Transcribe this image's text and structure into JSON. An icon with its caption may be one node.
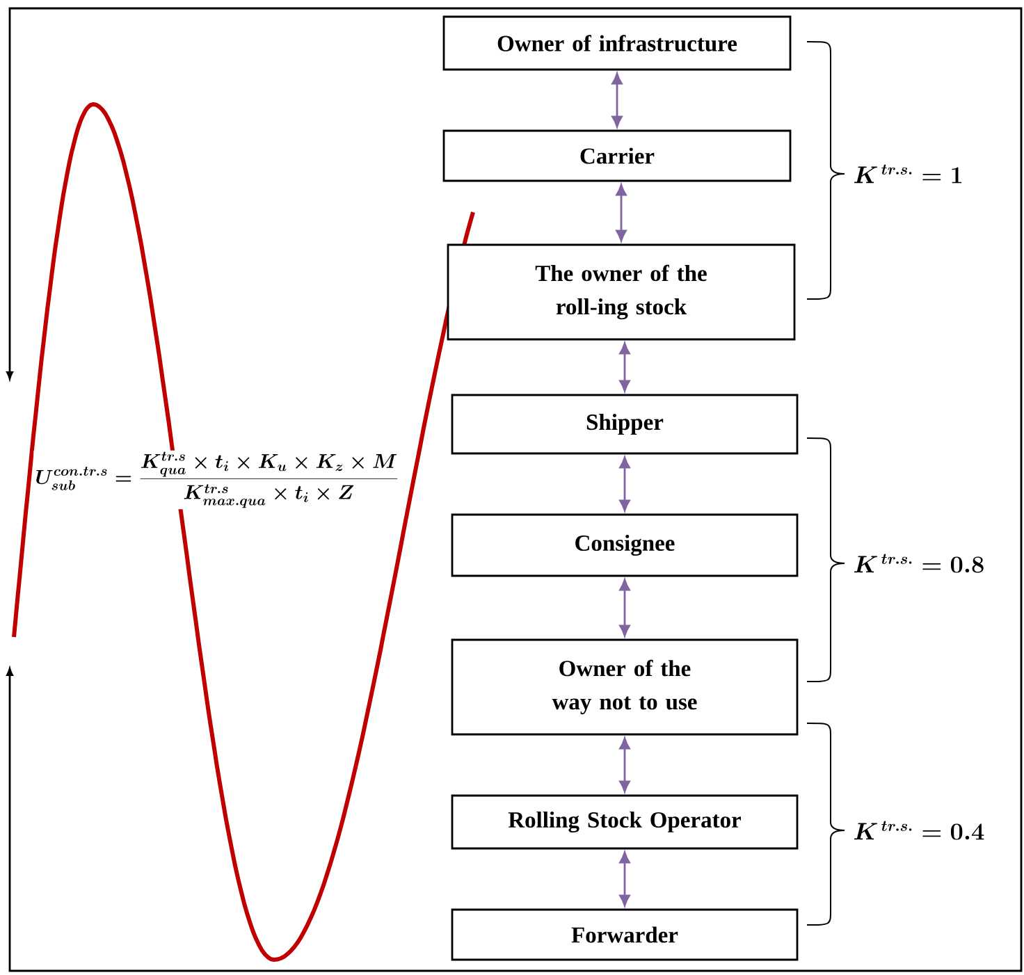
{
  "diagram": {
    "nodes": [
      {
        "text": [
          "Owner of infrastructure"
        ]
      },
      {
        "text": [
          "Carrier"
        ]
      },
      {
        "text": [
          "The owner of the roll-ing stock"
        ]
      },
      {
        "text": [
          "Shipper"
        ]
      },
      {
        "text": [
          "Consignee"
        ]
      },
      {
        "text": [
          "Owner of the way not to use"
        ]
      },
      {
        "text": [
          "Rolling Stock Operator"
        ]
      },
      {
        "text": [
          "Forwarder"
        ]
      }
    ],
    "edges": [
      {
        "from": 0,
        "to": 1,
        "arrow": "both"
      },
      {
        "from": 1,
        "to": 2,
        "arrow": "both"
      },
      {
        "from": 2,
        "to": 3,
        "arrow": "both"
      },
      {
        "from": 3,
        "to": 4,
        "arrow": "both"
      },
      {
        "from": 4,
        "to": 5,
        "arrow": "both"
      },
      {
        "from": 5,
        "to": 6,
        "arrow": "both"
      },
      {
        "from": 6,
        "to": 7,
        "arrow": "both"
      }
    ],
    "labels": [
      "U_{sub}^{con.tr.s}=\\frac{K_{qua}^{tr.s}\\times t_i\\times K_u\\times K_z\\times M}{K_{max.qua}^{tr.s}\\times t_i\\times Z}",
      "K^{\\,tr.s.}=1",
      "K^{\\,tr.s.}=0.8",
      "K^{\\,tr.s.}=0.4"
    ]
  }
}
